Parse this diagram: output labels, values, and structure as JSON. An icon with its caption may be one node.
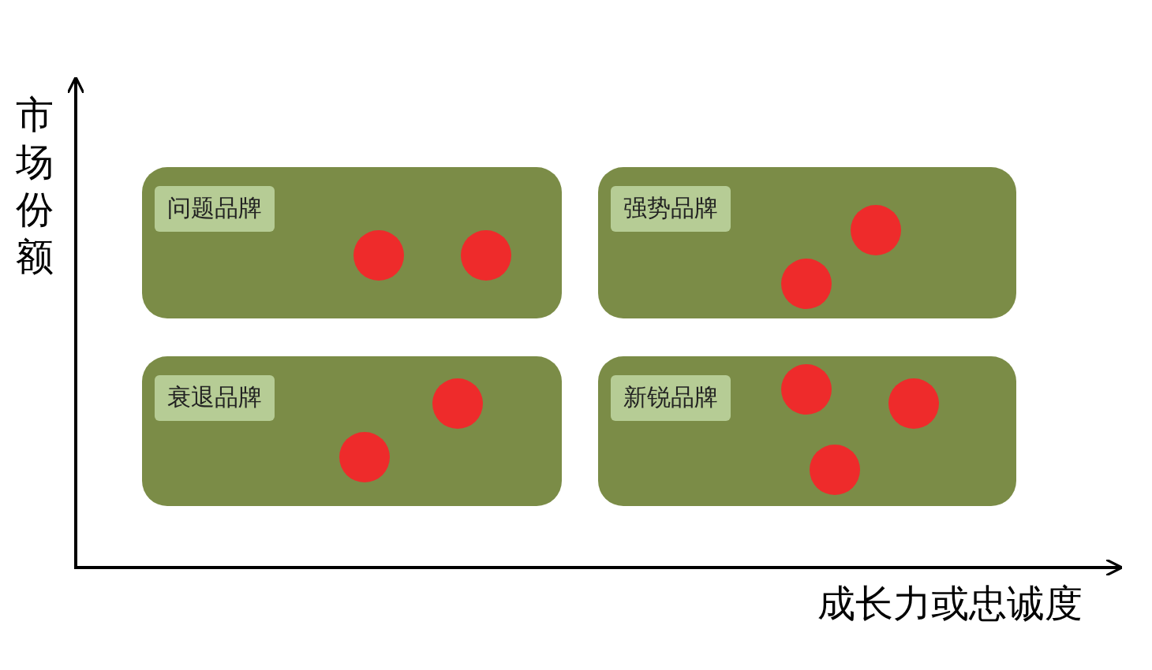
{
  "diagram": {
    "nodes": [
      {
        "text": [
          "问题品牌"
        ]
      },
      {
        "text": [],
        "shape": "circle",
        "in": 0
      },
      {
        "text": [],
        "shape": "circle",
        "in": 0
      },
      {
        "text": [
          "强势品牌"
        ]
      },
      {
        "text": [],
        "shape": "circle",
        "in": 3
      },
      {
        "text": [],
        "shape": "circle",
        "in": 3
      },
      {
        "text": [
          "衰退品牌"
        ]
      },
      {
        "text": [],
        "shape": "circle",
        "in": 6
      },
      {
        "text": [],
        "shape": "circle",
        "in": 6
      },
      {
        "text": [
          "新锐品牌"
        ]
      },
      {
        "text": [],
        "shape": "circle",
        "in": 9
      },
      {
        "text": [],
        "shape": "circle",
        "in": 9
      },
      {
        "text": [],
        "shape": "circle",
        "in": 9
      }
    ],
    "labels": [
      "市场份额",
      "成长力或忠诚度"
    ]
  }
}
